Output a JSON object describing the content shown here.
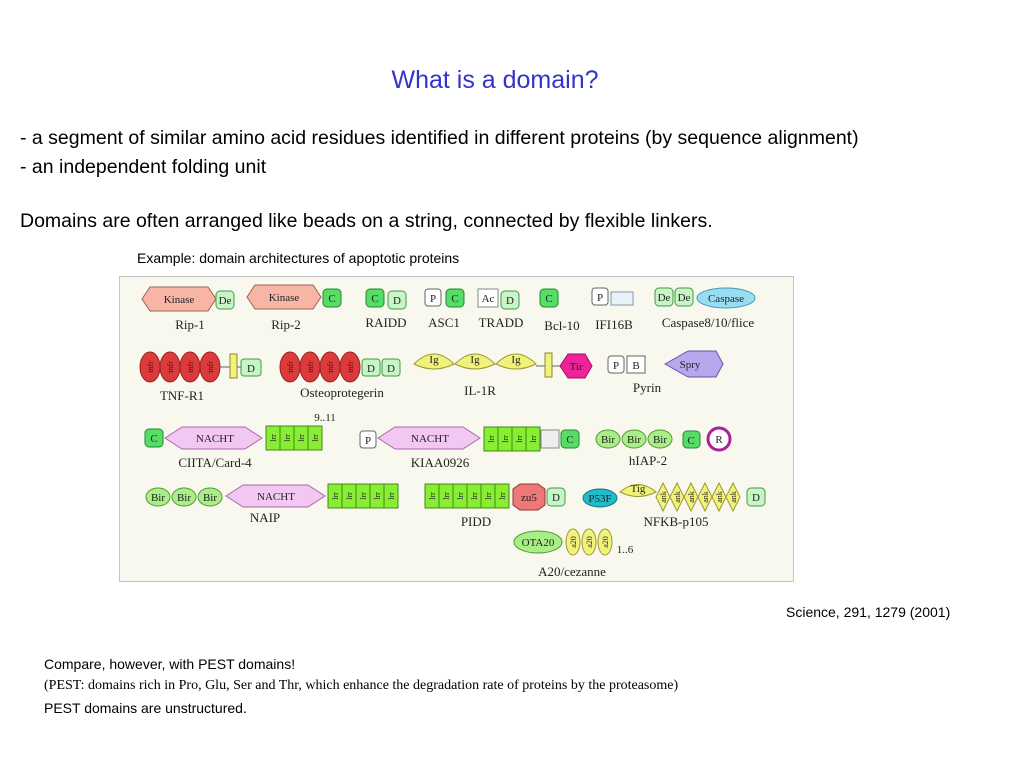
{
  "slide": {
    "title": "What is a domain?",
    "bullet1": "- a segment of similar amino acid residues identified in different proteins (by sequence alignment)",
    "bullet2": "- an independent folding unit",
    "statement": "Domains are often arranged like beads on a string, connected by flexible linkers.",
    "example_caption": "Example: domain architectures of apoptotic proteins",
    "citation": "Science, 291, 1279 (2001)",
    "note1": "Compare, however, with PEST domains!",
    "note2": "(PEST: domains rich in Pro, Glu, Ser and Thr, which enhance the degradation rate of proteins by the proteasome)",
    "note3": "PEST domains are unstructured."
  },
  "figure": {
    "proteins": [
      "Rip-1",
      "Rip-2",
      "RAIDD",
      "ASC1",
      "TRADD",
      "Bcl-10",
      "IFI16B",
      "Caspase8/10/flice",
      "TNF-R1",
      "Osteoprotegerin",
      "IL-1R",
      "Pyrin",
      "CIITA/Card-4",
      "KIAA0926",
      "hIAP-2",
      "NAIP",
      "PIDD",
      "NFKB-p105",
      "A20/cezanne"
    ],
    "domains": {
      "kinase": "Kinase",
      "de": "De",
      "c": "C",
      "d": "D",
      "p": "P",
      "ac": "Ac",
      "caspase": "Caspase",
      "tnfr": "tnfr",
      "ig": "Ig",
      "tir": "Tir",
      "b": "B",
      "spry": "Spry",
      "nacht": "NACHT",
      "lrr": "lrr",
      "bir": "Bir",
      "r": "R",
      "zu5": "zu5",
      "p53f": "P53F",
      "tig": "Tig",
      "ank": "ank",
      "ota20": "OTA20",
      "a20": "a20"
    },
    "repeats": [
      "9..11",
      "1..6"
    ]
  },
  "colors": {
    "title": "#3333cc",
    "kinase": "#f7b5a6",
    "card": "#55dd66",
    "death_domain": "#c8f5c8",
    "tnfr": "#dd3b3b",
    "ig": "#f2f27a",
    "tir": "#ee2299",
    "spry": "#b8a6ee",
    "nacht": "#f2c8f2",
    "lrr": "#88ee33",
    "bir": "#aaee88",
    "caspase": "#99ddf2",
    "zu5": "#ee7777",
    "p53f": "#22bbcc",
    "ring": "#aa2299"
  }
}
